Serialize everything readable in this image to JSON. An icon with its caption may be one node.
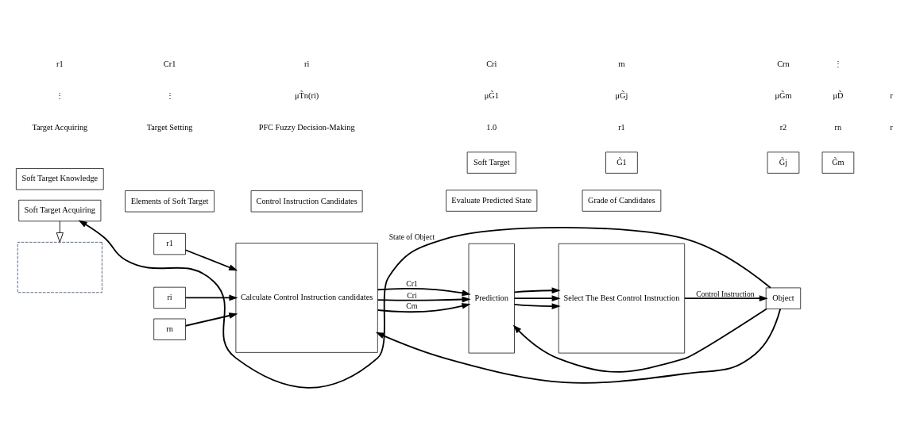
{
  "diagram": {
    "nodes": [
      {
        "text": [
          "Soft Target Knowledge"
        ]
      },
      {
        "text": [
          "Elements of Soft Target"
        ]
      },
      {
        "text": [
          "Control Instruction Candidates"
        ]
      },
      {
        "text": [
          "Evaluate Predicted State"
        ]
      },
      {
        "text": [
          "Soft Target"
        ]
      },
      {
        "text": [
          "G̃1"
        ]
      },
      {
        "text": [
          "G̃j"
        ]
      },
      {
        "text": [
          "G̃m"
        ]
      },
      {
        "text": [
          "Grade of Candidates"
        ]
      },
      {
        "text": [],
        "shape": "chart"
      },
      {
        "text": [
          "Soft Target Acquiring"
        ]
      },
      {
        "text": [
          "r1"
        ]
      },
      {
        "text": [
          "ri"
        ]
      },
      {
        "text": [
          "rn"
        ]
      },
      {
        "text": [
          "Calculate Control Instruction candidates"
        ]
      },
      {
        "text": [
          "Prediction"
        ]
      },
      {
        "text": [
          "Select The Best Control Instruction"
        ]
      },
      {
        "text": [
          "Object"
        ]
      }
    ],
    "edges": [
      {
        "from": 11,
        "to": 14,
        "arrow": "to"
      },
      {
        "from": 12,
        "to": 14,
        "arrow": "to"
      },
      {
        "from": 13,
        "to": 14,
        "arrow": "to"
      },
      {
        "from": 14,
        "to": 15,
        "arrow": "to",
        "label": "Cr1"
      },
      {
        "from": 14,
        "to": 15,
        "arrow": "to",
        "label": "Cri"
      },
      {
        "from": 14,
        "to": 15,
        "arrow": "to",
        "label": "Crn"
      },
      {
        "from": 15,
        "to": 16,
        "arrow": "to"
      },
      {
        "from": 15,
        "to": 16,
        "arrow": "to"
      },
      {
        "from": 15,
        "to": 16,
        "arrow": "to"
      },
      {
        "from": 16,
        "to": 17,
        "arrow": "to",
        "label": "Control Instruction"
      },
      {
        "from": 17,
        "to": 10,
        "arrow": "to",
        "label": "State of Object"
      },
      {
        "from": 17,
        "to": 14,
        "arrow": "to"
      },
      {
        "from": 17,
        "to": 15,
        "arrow": "to"
      },
      {
        "from": 10,
        "to": 9,
        "arrow": "to"
      }
    ],
    "labels": [
      "Target Acquiring",
      "Target Setting",
      "PFC Fuzzy Decision-Making",
      "1.0",
      "r1",
      "r2",
      "rn",
      "r",
      "⋮",
      "⋮",
      "μT̃n(ri)",
      "μG̃1",
      "μG̃j",
      "μG̃m",
      "μD̃",
      "r",
      "r1",
      "Cr1",
      "ri",
      "Cri",
      "rn",
      "Crn",
      "⋮"
    ]
  }
}
